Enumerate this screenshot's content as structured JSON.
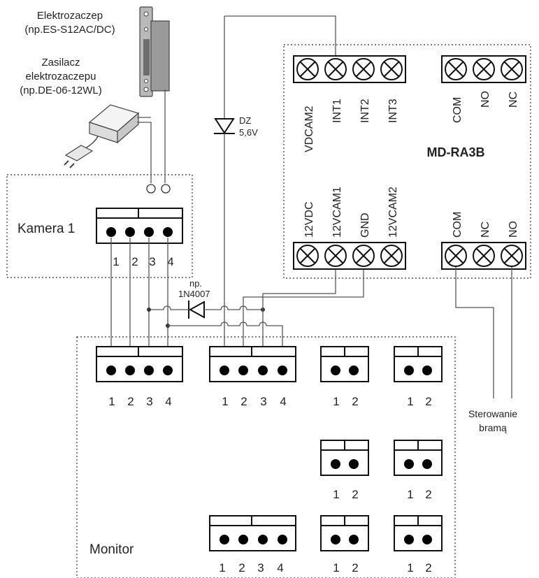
{
  "lock": {
    "title": "Elektrozaczep",
    "model": "(np.ES-S12AC/DC)"
  },
  "psu": {
    "line1": "Zasilacz",
    "line2": "elektrozaczepu",
    "line3": "(np.DE-06-12WL)"
  },
  "zener": {
    "label": "DZ",
    "value": "5,6V"
  },
  "diode": {
    "prefix": "np.",
    "model": "1N4007"
  },
  "module": {
    "name": "MD-RA3B",
    "top_terminals": [
      "VDCAM2",
      "INT1",
      "INT2",
      "INT3"
    ],
    "top_relay_terminals": [
      "COM",
      "NO",
      "NC"
    ],
    "bottom_terminals": [
      "12VDC",
      "12VCAM1",
      "GND",
      "12VCAM2"
    ],
    "bottom_relay_terminals": [
      "COM",
      "NC",
      "NO"
    ]
  },
  "camera": {
    "label": "Kamera 1",
    "pins": [
      "1",
      "2",
      "3",
      "4"
    ]
  },
  "monitor": {
    "label": "Monitor",
    "connector_a_pins": [
      "1",
      "2",
      "3",
      "4"
    ],
    "connector_b_pins": [
      "1",
      "2",
      "3",
      "4"
    ],
    "connector_c_pins": [
      "1",
      "2",
      "3",
      "4"
    ],
    "two_pin_labels": [
      "1",
      "2"
    ]
  },
  "gate": {
    "line1": "Sterowanie",
    "line2": "bramą"
  }
}
